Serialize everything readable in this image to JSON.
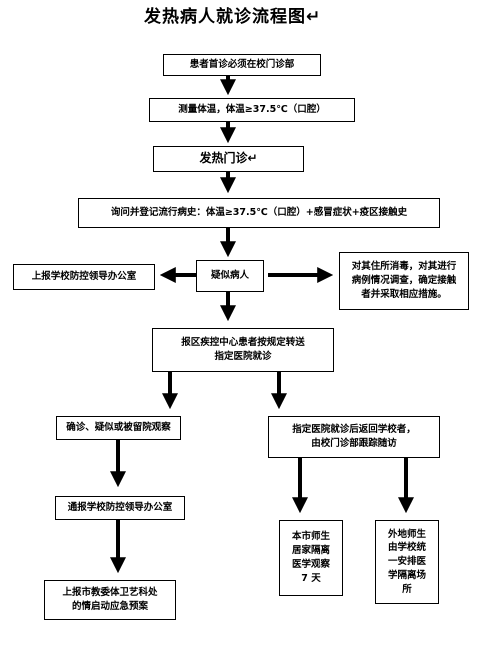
{
  "title": "发热病人就诊流程图↵",
  "steps": {
    "entry": "患者首诊必须在校门诊部",
    "measure": "测量体温，体温≥37.5℃（口腔）",
    "fever_clinic": "发热门诊↵",
    "history": "询问并登记流行病史：体温≥37.5℃（口腔）+感冒症状+疫区接触史",
    "suspected": "疑似病人",
    "report_left": "上报学校防控领导办公室",
    "right_action": [
      "对其住所消毒，对其进行",
      "病例情况调查，确定接触",
      "者并采取相应措施。"
    ],
    "transfer": [
      "报区疾控中心患者按规定转送",
      "指定医院就诊"
    ],
    "confirmed": "确诊、疑似或被留院观察",
    "returned": [
      "指定医院就诊后返回学校者，",
      "由校门诊部跟踪随访"
    ],
    "notify": "通报学校防控领导办公室",
    "report_city": [
      "上报市教委体卫艺科处",
      "的情启动应急预案"
    ],
    "local": [
      "本市师生",
      "居家隔离",
      "医学观察",
      "7 天"
    ],
    "outside": [
      "外地师生",
      "由学校统",
      "一安排医",
      "学隔离场",
      "所"
    ]
  }
}
